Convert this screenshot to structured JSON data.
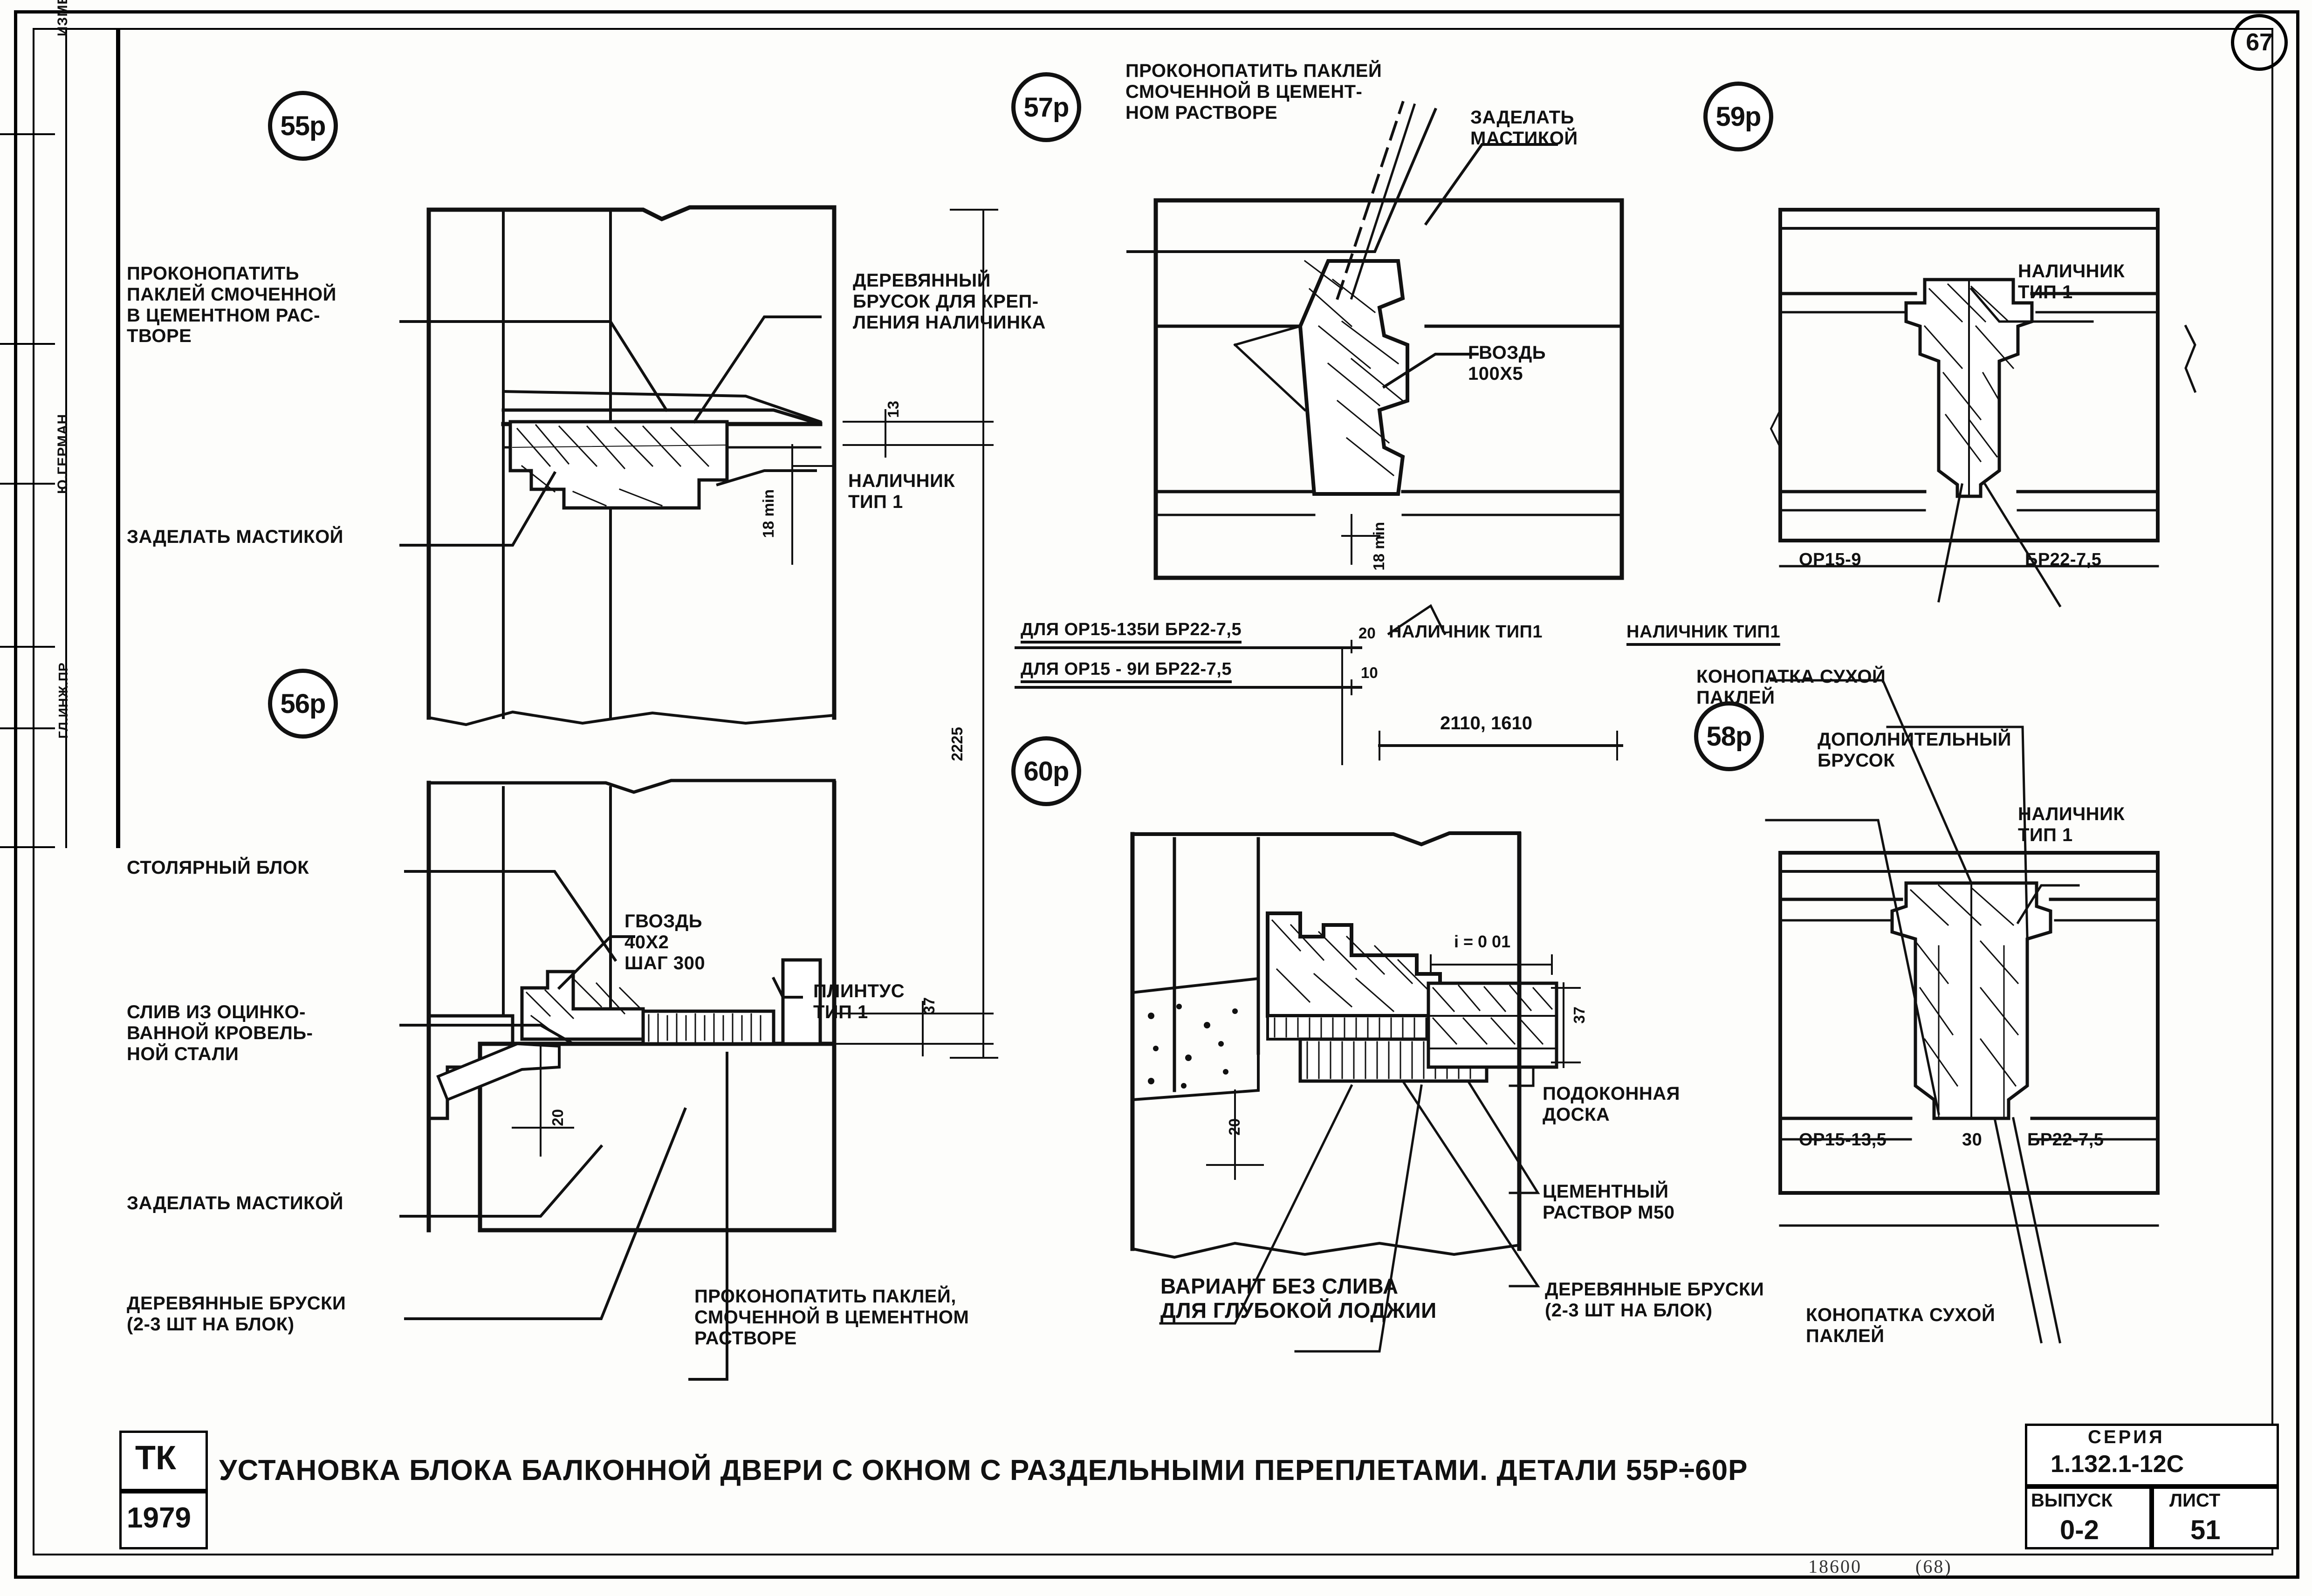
{
  "sheet": {
    "page_number": "67",
    "bottom_note": "18600",
    "bottom_note2": "(68)"
  },
  "side_column": {
    "cells": [
      {
        "label": "ИЗМЕНЕН"
      },
      {
        "label": ""
      },
      {
        "label": ""
      },
      {
        "label": "Ю.ГЕРМАН"
      },
      {
        "label": ""
      },
      {
        "label": "ГЛ.ИНЖ.ПР"
      }
    ]
  },
  "markers": {
    "m55": "55р",
    "m56": "56р",
    "m57": "57р",
    "m58": "58р",
    "m59": "59р",
    "m60": "60р"
  },
  "labels": {
    "l55_caulk": "ПРОКОНОПАТИТЬ\nПАКЛЕЙ СМОЧЕННОЙ\nВ ЦЕМЕНТНОМ РАС-\nТВОРЕ",
    "l55_mastic": "ЗАДЕЛАТЬ МАСТИКОЙ",
    "l55_bar": "ДЕРЕВЯННЫЙ\nБРУСОК ДЛЯ КРЕП-\nЛЕНИЯ НАЛИЧИНКА",
    "l55_casing": "НАЛИЧНИК\nТИП 1",
    "l56_block": "СТОЛЯРНЫЙ БЛОК",
    "l56_drip": "СЛИВ ИЗ ОЦИНКО-\nВАННОЙ КРОВЕЛЬ-\nНОЙ СТАЛИ",
    "l56_mastic": "ЗАДЕЛАТЬ МАСТИКОЙ",
    "l56_bars": "ДЕРЕВЯННЫЕ БРУСКИ\n(2-3 ШТ НА БЛОК)",
    "l56_nail": "ГВОЗДЬ\n40х2\nШАГ 300",
    "l56_plinth": "ПЛИНТУС\nТИП 1",
    "l56_caulk": "ПРОКОНОПАТИТЬ ПАКЛЕЙ,\nСМОЧЕННОЙ В ЦЕМЕНТНОМ\nРАСТВОРЕ",
    "l57_caulk": "ПРОКОНОПАТИТЬ ПАКЛЕЙ\nСМОЧЕННОЙ В ЦЕМЕНТ-\nНОМ РАСТВОРЕ",
    "l57_mastic": "ЗАДЕЛАТЬ\nМАСТИКОЙ",
    "l57_nail": "ГВОЗДЬ\n100х5",
    "l57_for135": "ДЛЯ ОР15-135и БР22-7,5",
    "l57_for9": "ДЛЯ ОР15 - 9и БР22-7,5",
    "l57_casing": "НАЛИЧНИК ТИП1",
    "l57_sizes": "2110, 1610",
    "l59_casing": "НАЛИЧНИК\nТИП 1",
    "l59_or": "ОР15-9",
    "l59_br": "БР22-7,5",
    "l58_casing_left": "НАЛИЧНИК ТИП1",
    "l58_caulk_dry": "КОНОПАТКА СУХОЙ\nПАКЛЕЙ",
    "l58_extra_bar": "ДОПОЛНИТЕЛЬНЫЙ\nБРУСОК",
    "l58_casing": "НАЛИЧНИК\nТИП 1",
    "l58_or": "ОР15-13,5",
    "l58_mid": "30",
    "l58_br": "БР22-7,5",
    "l58_caulk_bottom": "КОНОПАТКА СУХОЙ\nПАКЛЕЙ",
    "l60_sill": "ПОДОКОННАЯ\nДОСКА",
    "l60_mortar": "ЦЕМЕНТНЫЙ\nРАСТВОР М50",
    "l60_bars": "ДЕРЕВЯННЫЕ БРУСКИ\n(2-3 ШТ НА БЛОК)",
    "l60_variant": "ВАРИАНТ БЕЗ СЛИВА\nДЛЯ ГЛУБОКОЙ ЛОДЖИИ",
    "l60_slope": "i = 0 01"
  },
  "dimensions": {
    "d55_13": "13",
    "d55_18min": "18 min",
    "d55_2225": "2225",
    "d56_37": "37",
    "d56_20": "20",
    "d57_18min": "18 min",
    "d57_20": "20",
    "d57_10": "10",
    "d60_20": "20",
    "d60_37": "37"
  },
  "title_block": {
    "stamp_top": "ТК",
    "stamp_bottom": "1979",
    "title": "УСТАНОВКА  БЛОКА  БАЛКОННОЙ ДВЕРИ С ОКНОМ С РАЗДЕЛЬНЫМИ ПЕРЕПЛЕТАМИ. ДЕТАЛИ 55р÷60р",
    "series_caption": "СЕРИЯ",
    "series_value": "1.132.1-12с",
    "issue_caption": "ВЫПУСК",
    "issue_value": "0-2",
    "sheet_caption": "ЛИСТ",
    "sheet_value": "51"
  }
}
